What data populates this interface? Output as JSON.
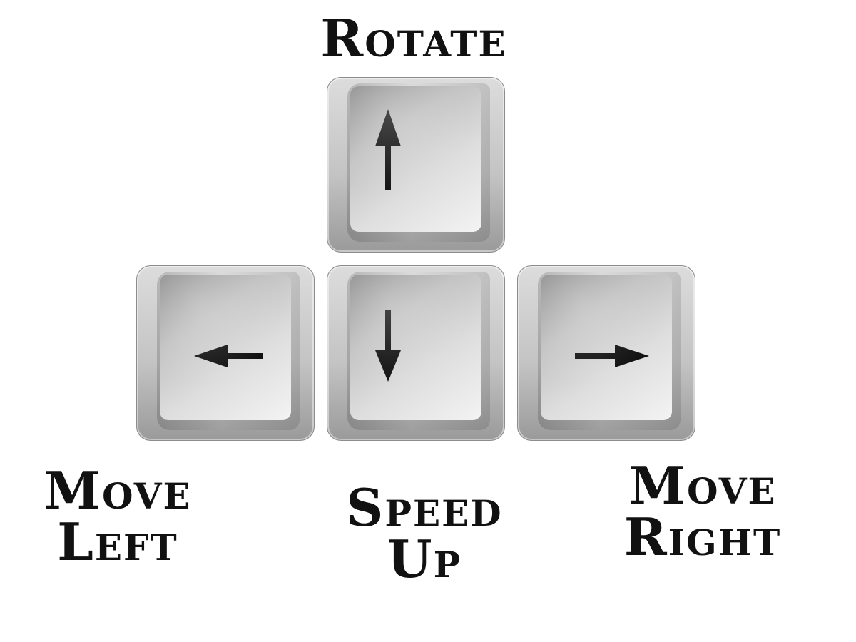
{
  "labels": {
    "rotate": "Rotate",
    "move_left": [
      "Move",
      "Left"
    ],
    "speed_up": [
      "Speed",
      "Up"
    ],
    "move_right": [
      "Move",
      "Right"
    ]
  },
  "keys": [
    {
      "name": "up",
      "icon": "arrow-up-icon"
    },
    {
      "name": "left",
      "icon": "arrow-left-icon"
    },
    {
      "name": "down",
      "icon": "arrow-down-icon"
    },
    {
      "name": "right",
      "icon": "arrow-right-icon"
    }
  ],
  "colors": {
    "text": "#111111",
    "arrow": "#111111",
    "key_base": "#c4c4c4",
    "key_face": "#d6d6d6"
  }
}
